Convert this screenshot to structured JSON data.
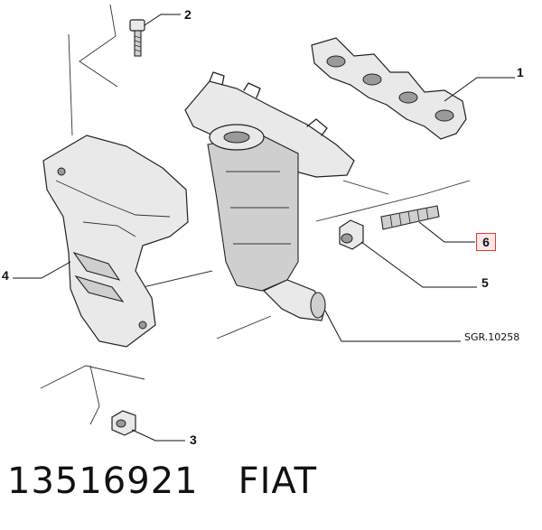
{
  "callouts": [
    {
      "id": "1",
      "label": "1"
    },
    {
      "id": "2",
      "label": "2"
    },
    {
      "id": "3",
      "label": "3"
    },
    {
      "id": "4",
      "label": "4"
    },
    {
      "id": "5",
      "label": "5"
    },
    {
      "id": "6",
      "label": "6",
      "highlighted": true
    }
  ],
  "reference_code": "SGR.10258",
  "footer": {
    "part_number": "13516921",
    "brand": "FIAT"
  },
  "colors": {
    "highlight_border": "#e53935",
    "highlight_fill": "#fde7e7"
  }
}
